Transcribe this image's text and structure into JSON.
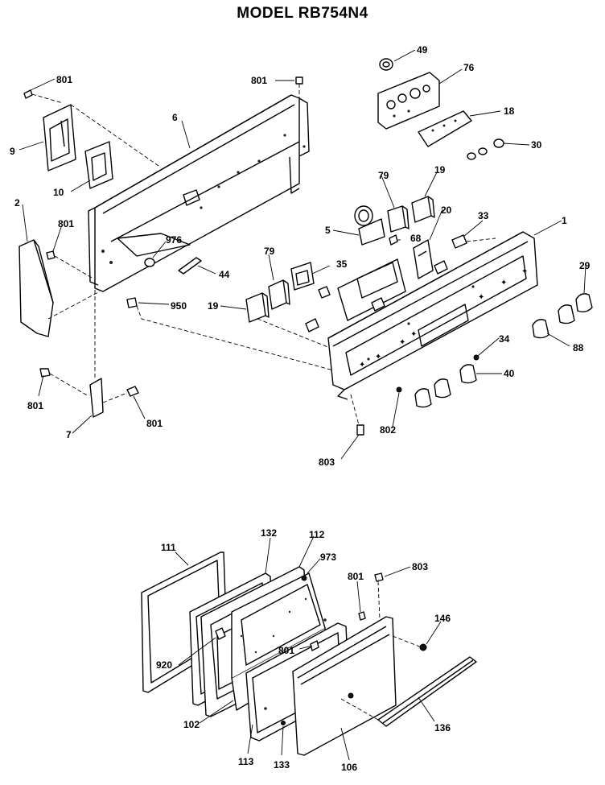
{
  "title": "MODEL RB754N4",
  "callouts": {
    "c801a": "801",
    "c801b": "801",
    "c801c": "801",
    "c801d": "801",
    "c801e": "801",
    "c801f": "801",
    "c801g": "801",
    "c6": "6",
    "c9": "9",
    "c10": "10",
    "c2": "2",
    "c976": "976",
    "c44": "44",
    "c950": "950",
    "c7": "7",
    "c49": "49",
    "c76": "76",
    "c18": "18",
    "c30": "30",
    "c79a": "79",
    "c19a": "19",
    "c20": "20",
    "c33": "33",
    "c1": "1",
    "c5": "5",
    "c68": "68",
    "c79b": "79",
    "c35": "35",
    "c19b": "19",
    "c29": "29",
    "c34": "34",
    "c88": "88",
    "c40": "40",
    "c802": "802",
    "c803a": "803",
    "c111": "111",
    "c132": "132",
    "c112": "112",
    "c973": "973",
    "c803b": "803",
    "c146": "146",
    "c920": "920",
    "c102": "102",
    "c113": "113",
    "c133": "133",
    "c106": "106",
    "c136": "136"
  }
}
